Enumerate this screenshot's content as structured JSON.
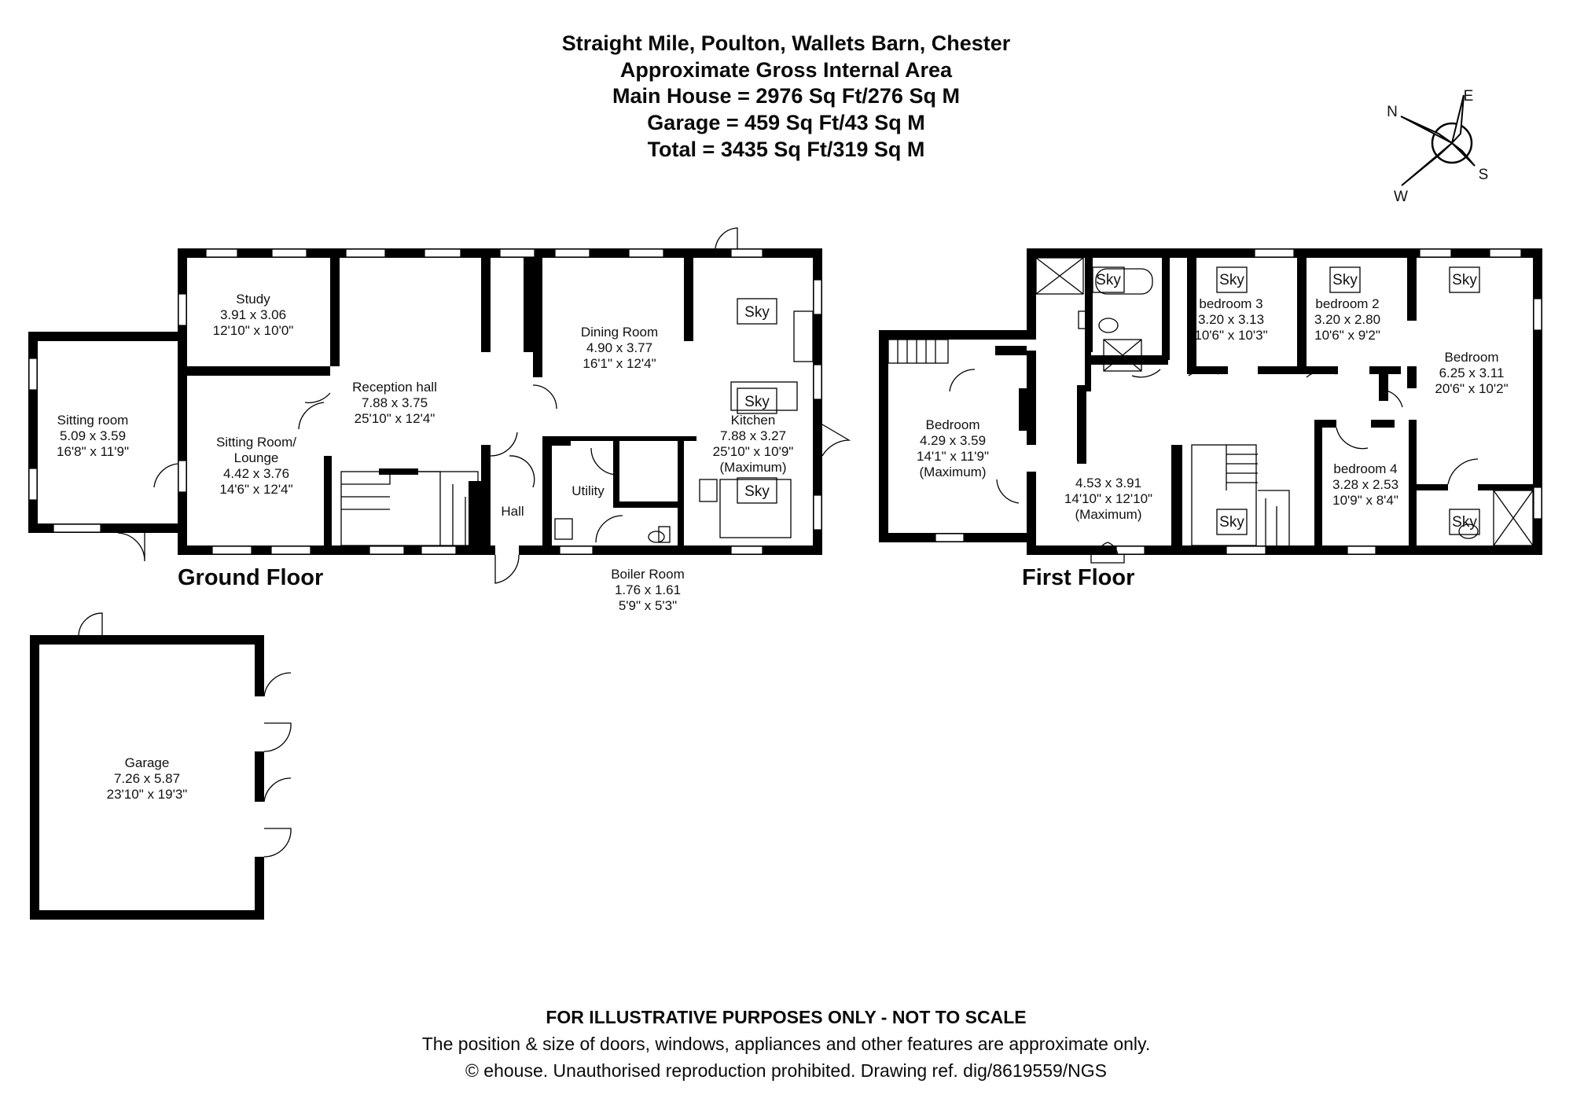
{
  "header": {
    "line1": "Straight Mile, Poulton, Wallets Barn, Chester",
    "line2": "Approximate Gross Internal Area",
    "line3": "Main House = 2976 Sq Ft/276 Sq M",
    "line4": "Garage = 459 Sq Ft/43 Sq M",
    "line5": "Total = 3435 Sq Ft/319 Sq M"
  },
  "compass": {
    "n": "N",
    "e": "E",
    "s": "S",
    "w": "W"
  },
  "floors": {
    "ground": "Ground Floor",
    "first": "First Floor"
  },
  "sky_label": "Sky",
  "rooms": {
    "sitting_room": {
      "name": "Sitting room",
      "metric": "5.09 x 3.59",
      "imperial": "16'8\" x 11'9\""
    },
    "study": {
      "name": "Study",
      "metric": "3.91 x 3.06",
      "imperial": "12'10\" x 10'0\""
    },
    "sitting_lounge": {
      "name": "Sitting Room/",
      "name2": "Lounge",
      "metric": "4.42 x 3.76",
      "imperial": "14'6\" x 12'4\""
    },
    "reception": {
      "name": "Reception hall",
      "metric": "7.88 x 3.75",
      "imperial": "25'10\" x 12'4\""
    },
    "dining": {
      "name": "Dining Room",
      "metric": "4.90 x 3.77",
      "imperial": "16'1\" x 12'4\""
    },
    "kitchen": {
      "name": "Kitchen",
      "metric": "7.88 x 3.27",
      "imperial": "25'10\" x 10'9\"",
      "note": "(Maximum)"
    },
    "hall": {
      "name": "Hall"
    },
    "utility": {
      "name": "Utility"
    },
    "boiler": {
      "name": "Boiler Room",
      "metric": "1.76 x 1.61",
      "imperial": "5'9\" x 5'3\""
    },
    "garage": {
      "name": "Garage",
      "metric": "7.26 x 5.87",
      "imperial": "23'10\" x 19'3\""
    },
    "ff_bedroom_left": {
      "name": "Bedroom",
      "metric": "4.29 x 3.59",
      "imperial": "14'1\" x 11'9\"",
      "note": "(Maximum)"
    },
    "ff_landing": {
      "metric": "4.53 x 3.91",
      "imperial": "14'10\" x 12'10\"",
      "note": "(Maximum)"
    },
    "bedroom3": {
      "name": "bedroom 3",
      "metric": "3.20 x 3.13",
      "imperial": "10'6\" x 10'3\""
    },
    "bedroom2": {
      "name": "bedroom 2",
      "metric": "3.20 x 2.80",
      "imperial": "10'6\" x 9'2\""
    },
    "bedroom_main": {
      "name": "Bedroom",
      "metric": "6.25 x 3.11",
      "imperial": "20'6\" x 10'2\""
    },
    "bedroom4": {
      "name": "bedroom 4",
      "metric": "3.28 x 2.53",
      "imperial": "10'9\" x 8'4\""
    }
  },
  "footer": {
    "line1": "FOR ILLUSTRATIVE PURPOSES ONLY - NOT TO SCALE",
    "line2": "The position & size of doors, windows, appliances and other features are approximate only.",
    "line3": "© ehouse. Unauthorised reproduction prohibited. Drawing ref. dig/8619559/NGS"
  }
}
